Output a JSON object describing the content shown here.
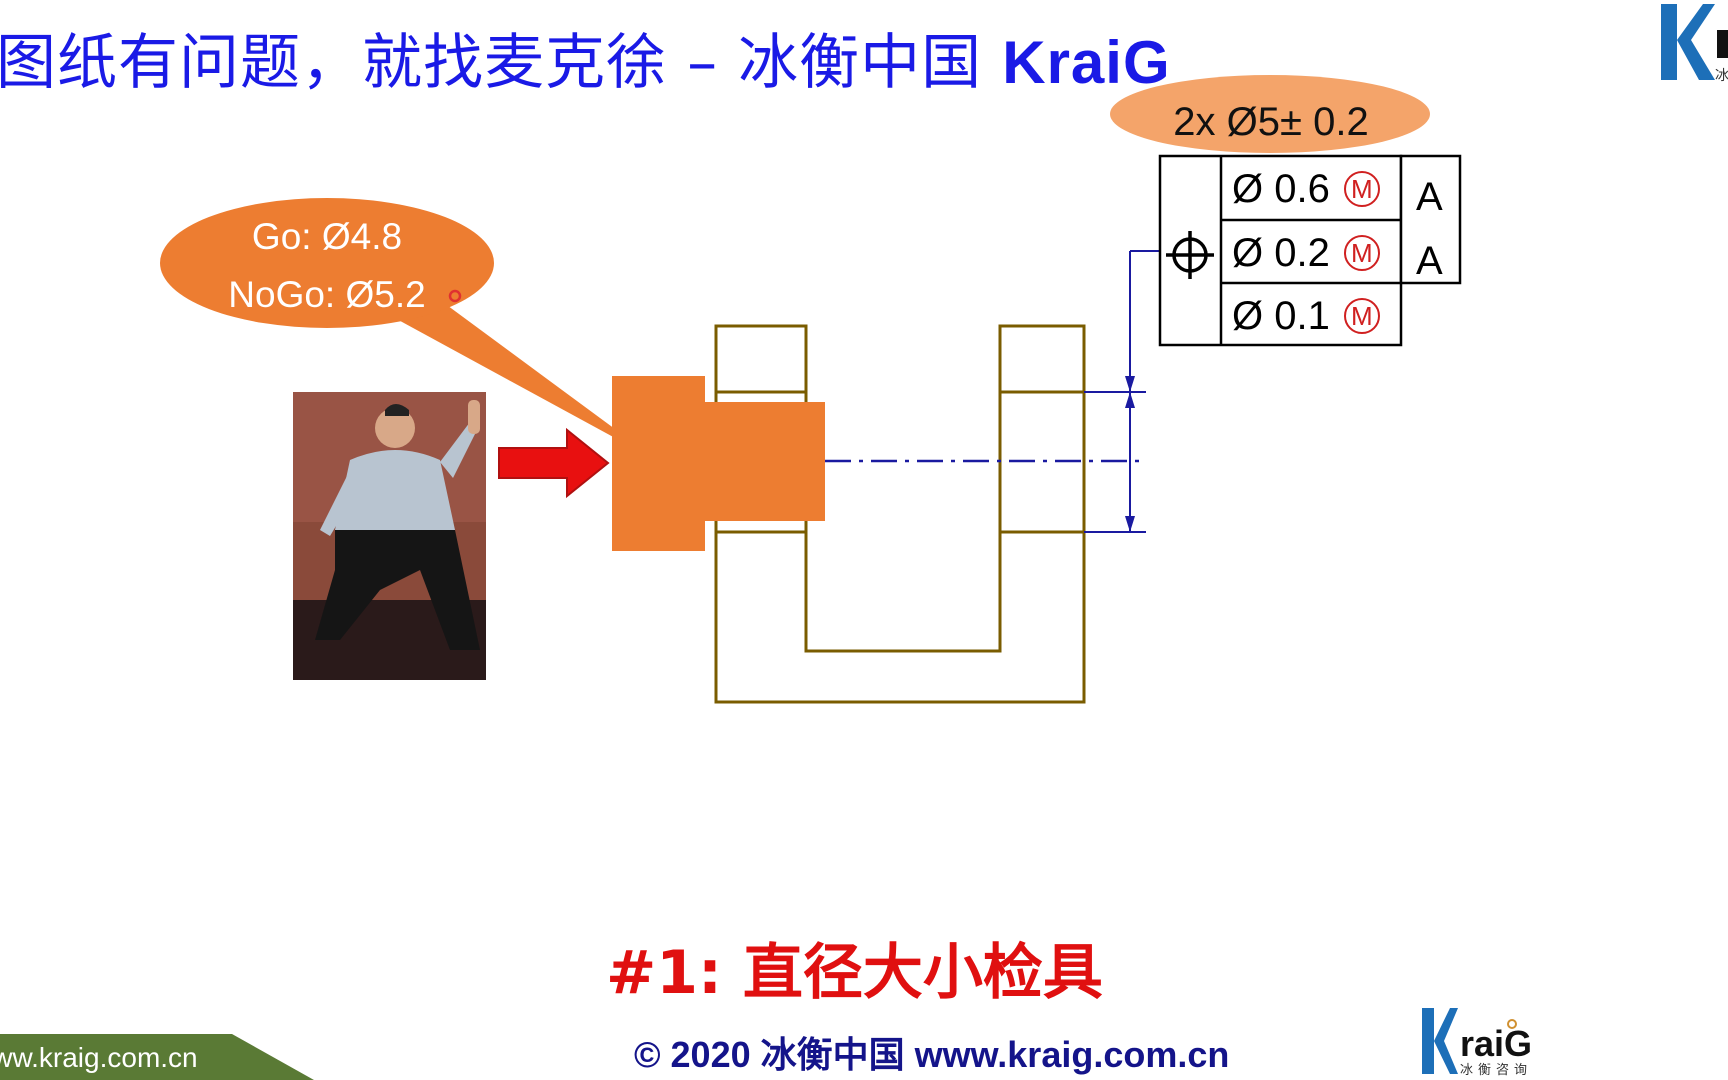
{
  "slide": {
    "title": "图纸有问题，就找麦克徐 – 冰衡中国",
    "title_brand": "KraiG",
    "gauge_bubble": {
      "go": "Go: Ø4.8",
      "nogo": "NoGo: Ø5.2"
    },
    "hole_size": "2x Ø5± 0.2",
    "fcf": {
      "symbol": "position-icon",
      "rows": [
        {
          "tolerance": "Ø 0.6",
          "modifier": "M",
          "datum": "A"
        },
        {
          "tolerance": "Ø 0.2",
          "modifier": "M",
          "datum": "A"
        },
        {
          "tolerance": "Ø 0.1",
          "modifier": "M",
          "datum": ""
        }
      ]
    },
    "subtitle": "#1: 直径大小检具",
    "copyright": "© 2020 冰衡中国 www.kraig.com.cn",
    "footer_url": "www.kraig.com.cn",
    "logo": {
      "brand": "raiG",
      "tagline": "冰衡咨询",
      "corner_tagline": "冰"
    },
    "colors": {
      "title": "#1a1ae6",
      "orange": "#ed7d31",
      "part_outline": "#7a5c00",
      "centerline": "#1a1aa0",
      "subtitle": "#e01010",
      "footer_green": "#5a7a35"
    }
  }
}
